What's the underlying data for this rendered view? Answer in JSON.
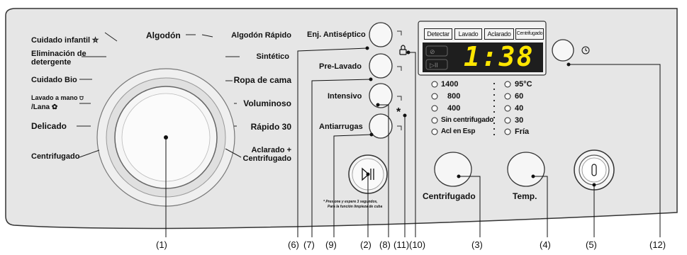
{
  "programs_left": [
    "Cuidado infantil",
    "Eliminación de",
    "detergente",
    "Cuidado Bio",
    "Lavado a mano",
    "/Lana",
    "Delicado",
    "Centrifugado"
  ],
  "program_top": "Algodón",
  "programs_right": [
    "Algodón Rápido",
    "Sintético",
    "Ropa de cama",
    "Voluminoso",
    "Rápido 30",
    "Aclarado +",
    "Centrifugado"
  ],
  "option_buttons": [
    "Enj. Antiséptico",
    "Pre-Lavado",
    "Intensivo",
    "Antiarrugas"
  ],
  "star_mark": "*",
  "display_tabs": [
    "Detectar",
    "Lavado",
    "Aclarado",
    "Centrifugado"
  ],
  "display_time": "1:38",
  "spin_options": [
    "1400",
    "800",
    "400",
    "Sin centrifugado",
    "Acl en Esp"
  ],
  "temp_options": [
    "95°C",
    "60",
    "40",
    "30",
    "Fría"
  ],
  "spin_button_label": "Centrifugado",
  "temp_button_label": "Temp.",
  "start_note_line1": "* Presione y espere 3 segundos,",
  "start_note_line2": "Para la función limpieza de cuba",
  "callouts": [
    "(1)",
    "(6)",
    "(7)",
    "(9)",
    "(2)",
    "(8)",
    "(11)",
    "(10)",
    "(3)",
    "(4)",
    "(5)",
    "(12)"
  ],
  "colors": {
    "panel": "#e8e8e8",
    "display_bg": "#1e1e1e",
    "display_digits": "#ffe600",
    "display_dim": "#555555"
  },
  "icons": [
    "baby-shirt-icon",
    "hand-wash-icon",
    "wool-icon",
    "child-lock-icon",
    "play-pause-icon",
    "power-icon",
    "timer-icon"
  ]
}
